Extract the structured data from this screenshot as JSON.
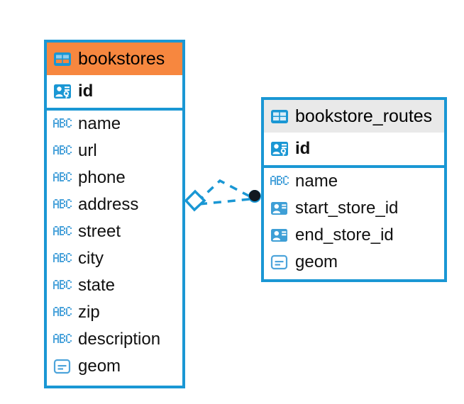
{
  "diagram": {
    "type": "entity-relationship-diagram",
    "background_color": "#ffffff",
    "accent_color": "#1a97d4",
    "selected_color": "#f7873f",
    "header_color": "#e9e9e9"
  },
  "entities": [
    {
      "name": "bookstores",
      "selected": true,
      "icon": "table-icon",
      "fields": [
        {
          "label": "id",
          "type": "primary-key",
          "icon": "primary-key-icon",
          "bold": true
        },
        {
          "label": "name",
          "type": "text",
          "icon": "abc-text-icon",
          "bold": false
        },
        {
          "label": "url",
          "type": "text",
          "icon": "abc-text-icon",
          "bold": false
        },
        {
          "label": "phone",
          "type": "text",
          "icon": "abc-text-icon",
          "bold": false
        },
        {
          "label": "address",
          "type": "text",
          "icon": "abc-text-icon",
          "bold": false
        },
        {
          "label": "street",
          "type": "text",
          "icon": "abc-text-icon",
          "bold": false
        },
        {
          "label": "city",
          "type": "text",
          "icon": "abc-text-icon",
          "bold": false
        },
        {
          "label": "state",
          "type": "text",
          "icon": "abc-text-icon",
          "bold": false
        },
        {
          "label": "zip",
          "type": "text",
          "icon": "abc-text-icon",
          "bold": false
        },
        {
          "label": "description",
          "type": "text",
          "icon": "abc-text-icon",
          "bold": false
        },
        {
          "label": "geom",
          "type": "geometry",
          "icon": "geometry-icon",
          "bold": false
        }
      ]
    },
    {
      "name": "bookstore_routes",
      "selected": false,
      "icon": "table-icon",
      "fields": [
        {
          "label": "id",
          "type": "primary-key",
          "icon": "primary-key-icon",
          "bold": true
        },
        {
          "label": "name",
          "type": "text",
          "icon": "abc-text-icon",
          "bold": false
        },
        {
          "label": "start_store_id",
          "type": "foreign-key",
          "icon": "foreign-key-icon",
          "bold": false
        },
        {
          "label": "end_store_id",
          "type": "foreign-key",
          "icon": "foreign-key-icon",
          "bold": false
        },
        {
          "label": "geom",
          "type": "geometry",
          "icon": "geometry-icon",
          "bold": false
        }
      ]
    }
  ],
  "relationship": {
    "source_entity": "bookstores",
    "target_entity": "bookstore_routes",
    "source_marker": "diamond-marker",
    "target_marker": "filled-circle-marker",
    "line_style": "dashed",
    "line_color": "#1a97d4"
  }
}
